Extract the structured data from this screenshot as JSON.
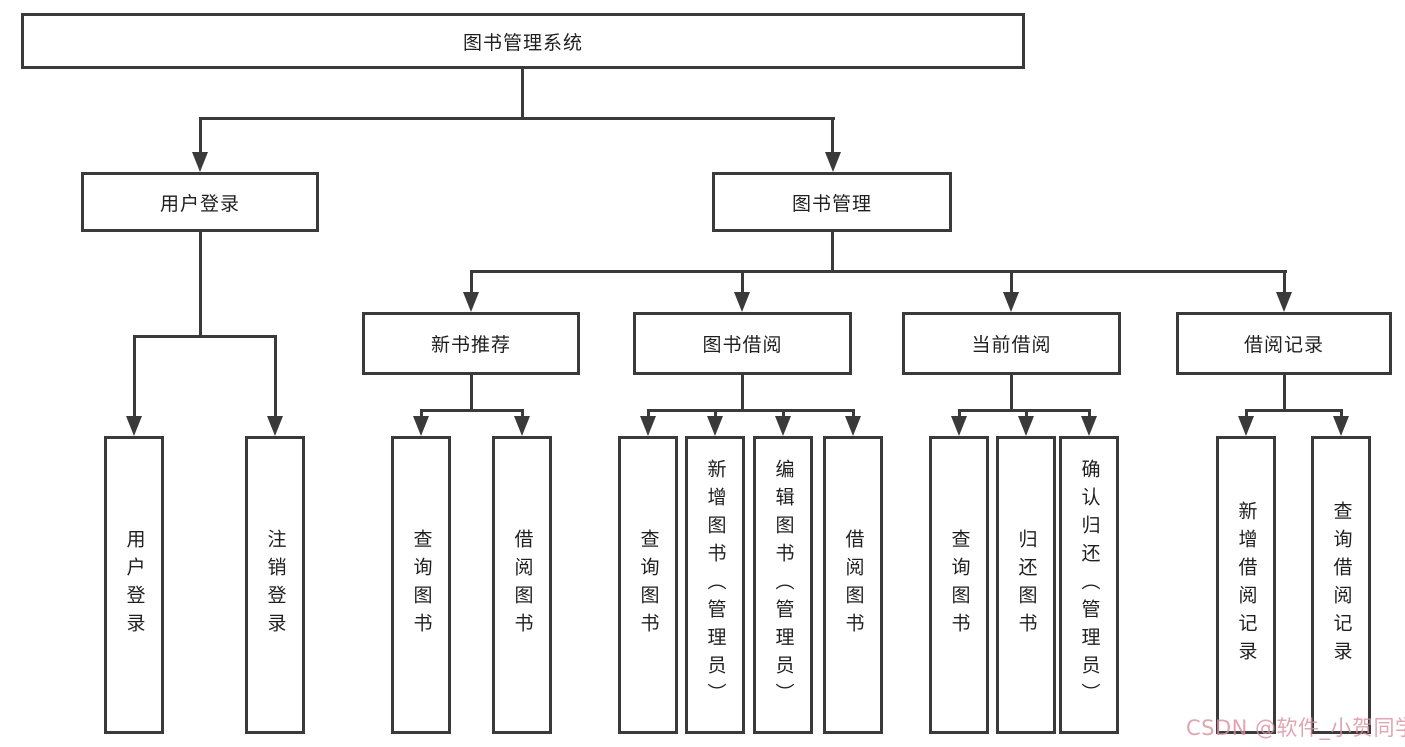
{
  "diagram": {
    "root": "图书管理系统",
    "level2": [
      "用户登录",
      "图书管理"
    ],
    "level3": [
      "新书推荐",
      "图书借阅",
      "当前借阅",
      "借阅记录"
    ],
    "leaves": [
      "用户登录",
      "注销登录",
      "查询图书",
      "借阅图书",
      "查询图书",
      "新增图书（管理员）",
      "编辑图书（管理员）",
      "借阅图书",
      "查询图书",
      "归还图书",
      "确认归还（管理员）",
      "新增借阅记录",
      "查询借阅记录"
    ]
  },
  "watermark": "CSDN @软件_小贺同学",
  "colors": {
    "line": "#3a3a3a",
    "text": "#1f1f1f",
    "background": "#ffffff",
    "watermark": "#d98f9e"
  }
}
